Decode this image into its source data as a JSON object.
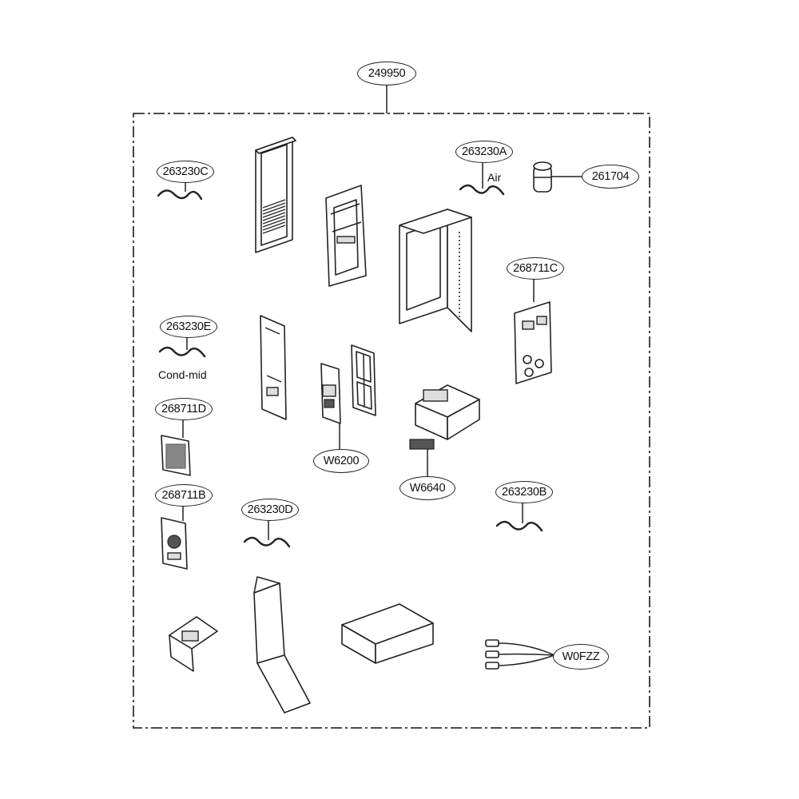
{
  "assembly": {
    "main_part": "249950",
    "parts": {
      "p263230C": "263230C",
      "p263230A": "263230A",
      "air_caption": "Air",
      "p261704": "261704",
      "p268711C": "268711C",
      "p263230E": "263230E",
      "cond_mid_caption": "Cond-mid",
      "p268711D": "268711D",
      "pW6200": "W6200",
      "pW6640": "W6640",
      "p268711B": "268711B",
      "p263230D": "263230D",
      "p263230B": "263230B",
      "pW0FZZ": "W0FZZ"
    }
  }
}
